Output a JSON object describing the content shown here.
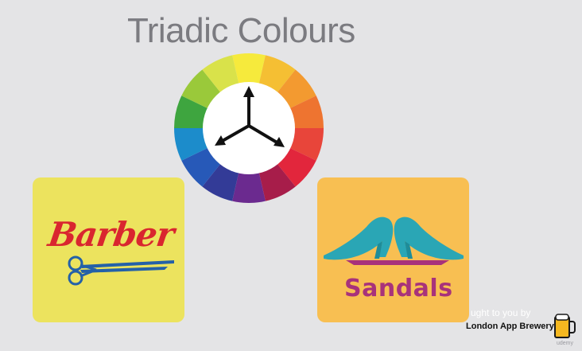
{
  "slide": {
    "title": "Triadic Colours",
    "background": "#e4e4e6"
  },
  "color_wheel": {
    "segments": [
      "#f6ea3c",
      "#f5bf33",
      "#f39a30",
      "#ee7430",
      "#e8453a",
      "#e2263c",
      "#a71d4a",
      "#6b2a8f",
      "#333b97",
      "#2759b8",
      "#1c8ccb",
      "#3ea53f",
      "#9ac93a",
      "#d9e24a"
    ],
    "center_icon": "triadic-arrows-icon"
  },
  "cards": {
    "barber": {
      "word": "Barber",
      "background": "#ece35e",
      "text_color": "#d9262f",
      "accent_color": "#2461a8",
      "icon": "scissors-icon"
    },
    "sandals": {
      "word": "Sandals",
      "background": "#f8bf52",
      "text_color": "#a8327b",
      "shoe_color": "#2aa6b5",
      "sole_color": "#a8327b",
      "icon": "high-heels-icon"
    }
  },
  "watermark": {
    "line1": "ught to you by",
    "line2": "London App Brewery",
    "icon": "beer-mug-icon",
    "small_mark": "udemy"
  }
}
